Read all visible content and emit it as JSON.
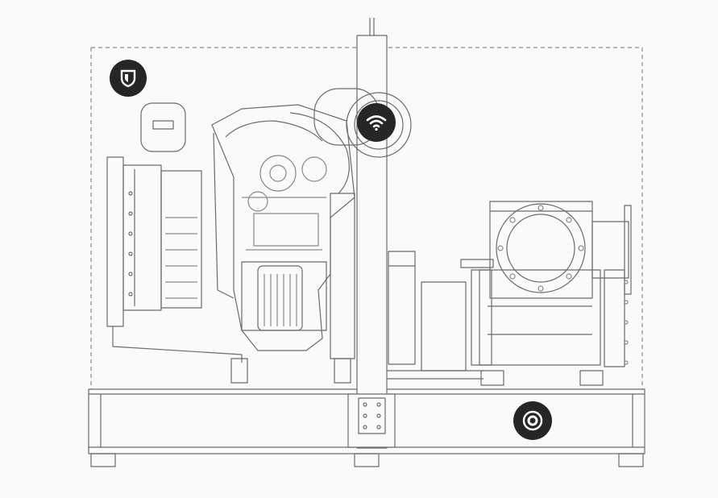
{
  "diagram": {
    "subject": "pump-unit-line-drawing",
    "stroke_color": "#6b6b6b",
    "detail_color": "#8a8a8a",
    "background": "#fafafa"
  },
  "hotspots": {
    "color": "#262626",
    "icon_color": "#ffffff",
    "items": [
      {
        "id": "shield",
        "icon": "shield-icon"
      },
      {
        "id": "wifi",
        "icon": "wifi-icon"
      },
      {
        "id": "outlet",
        "icon": "pipe-outlet-icon"
      }
    ]
  }
}
